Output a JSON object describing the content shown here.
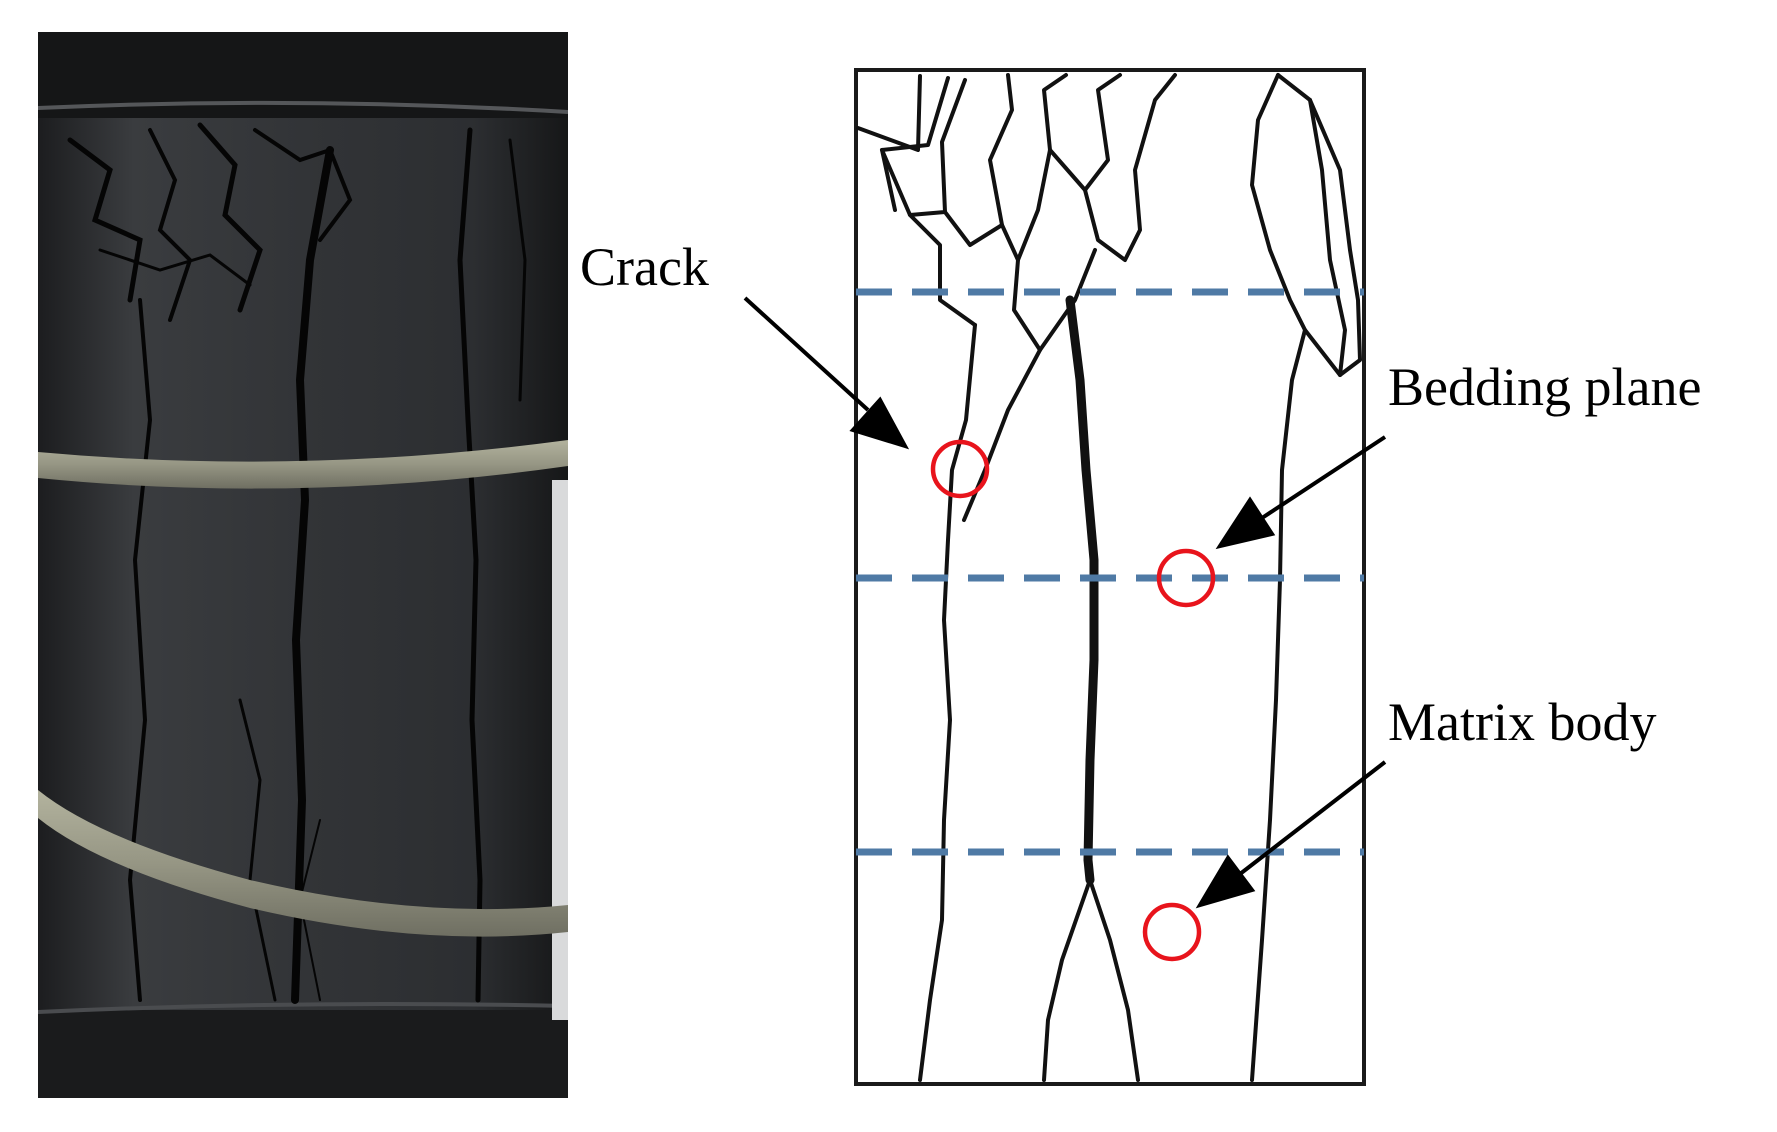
{
  "figure": {
    "labels": {
      "crack": "Crack",
      "bedding_plane": "Bedding plane",
      "matrix_body": "Matrix body"
    },
    "colors": {
      "dashed_line": "#4f7aa5",
      "marker_circle": "#e8141c",
      "line_art": "#111111",
      "specimen_dark": "#2a2c2e",
      "tape_band": "#9a9a86"
    },
    "panels": [
      {
        "name": "specimen-photo"
      },
      {
        "name": "crack-sketch"
      }
    ]
  }
}
